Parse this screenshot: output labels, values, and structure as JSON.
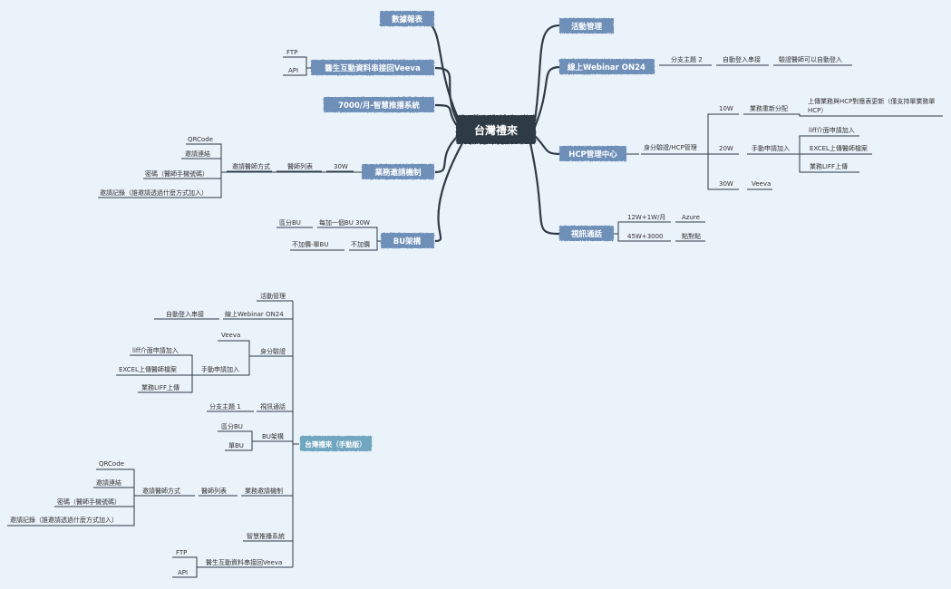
{
  "map1": {
    "center": "台灣禮來",
    "left": [
      {
        "label": "數據報表"
      },
      {
        "label": "醫生互動資料串接回Veeva",
        "children": [
          "FTP",
          "API"
        ]
      },
      {
        "label": "7000/月-智慧推播系統"
      },
      {
        "label": "業務邀請機制",
        "chain": [
          "30W",
          "醫師列表",
          "邀請醫師方式"
        ],
        "children": [
          "QRCode",
          "邀請連結",
          "密碼（醫師手機號碼）",
          "邀請記錄（誰邀請透過什麼方式加入）"
        ]
      },
      {
        "label": "BU架構",
        "rows": [
          [
            "每加一個BU 30W",
            "區分BU"
          ],
          [
            "不加價",
            "不加價-單BU"
          ]
        ]
      }
    ],
    "right": [
      {
        "label": "活動管理"
      },
      {
        "label": "線上Webinar ON24",
        "chain": [
          "分支主題 2",
          "自動登入串接",
          "驗證醫師可以自動登入"
        ]
      },
      {
        "label": "HCP管理中心",
        "sub": "身分驗證/HCP管理",
        "tiers": [
          {
            "price": "10W",
            "name": "業務重新分配",
            "children": [
              "上傳業務與HCP對應表更新（僅支持單業務單HCP）"
            ]
          },
          {
            "price": "20W",
            "name": "手動申請加入",
            "children": [
              "liff介面申請加入",
              "EXCEL上傳醫師檔案",
              "業務LIFF上傳"
            ]
          },
          {
            "price": "30W",
            "name": "Veeva",
            "children": []
          }
        ]
      },
      {
        "label": "視訊通話",
        "rows": [
          [
            "12W+1W/月",
            "Azure"
          ],
          [
            "45W+3000",
            "點對點"
          ]
        ]
      }
    ]
  },
  "map2": {
    "root": "台灣禮來（手動版）",
    "items": {
      "activity": "活動管理",
      "webinar": "線上Webinar ON24",
      "auto_login": "自動登入串接",
      "identity": "身分驗證",
      "veeva": "Veeva",
      "manual": "手動申請加入",
      "manual_children": [
        "liff介面申請加入",
        "EXCEL上傳醫師檔案",
        "業務LIFF上傳"
      ],
      "video": "視訊通話",
      "branch1": "分支主題 1",
      "bu": "BU架構",
      "bu_children": [
        "區分BU",
        "單BU"
      ],
      "invite": "業務邀請機制",
      "doctor_list": "醫師列表",
      "invite_method": "邀請醫師方式",
      "invite_children": [
        "QRCode",
        "邀請連結",
        "密碼（醫師手機號碼）",
        "邀請記錄（誰邀請透過什麼方式加入）"
      ],
      "smart_push": "智慧推播系統",
      "veeva_sync": "醫生互動資料串接回Veeva",
      "veeva_sync_children": [
        "FTP",
        "API"
      ]
    }
  },
  "colors": {
    "background": "#eaf2fa",
    "center": "#2f3b45",
    "topic": "#6e8fb8",
    "root2": "#6fa6c0",
    "line": "#2f3b45",
    "text": "#333333"
  }
}
